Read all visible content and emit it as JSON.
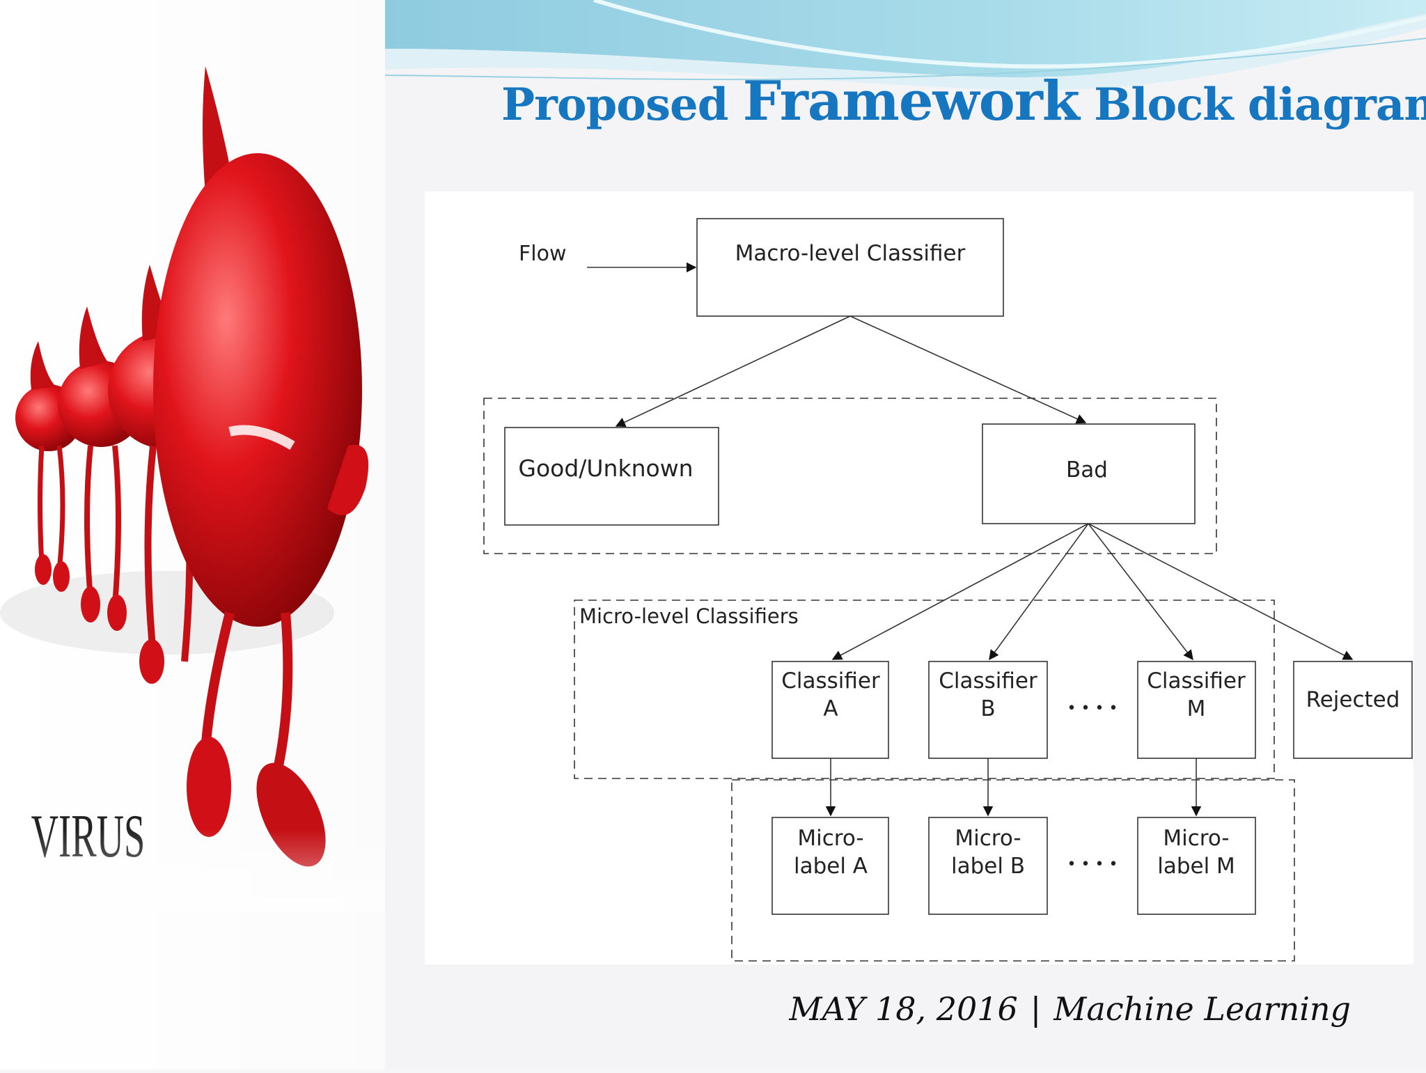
{
  "title": {
    "part1": "Proposed",
    "part2": "Framework",
    "part3": "Block diagram"
  },
  "art": {
    "word": "VIRUS"
  },
  "diagram": {
    "flow_label": "Flow",
    "macro": "Macro-level Classifier",
    "good": "Good/Unknown",
    "bad": "Bad",
    "micro_group": "Micro-level Classifiers",
    "classifiers": [
      {
        "line1": "Classifier",
        "line2": "A"
      },
      {
        "line1": "Classifier",
        "line2": "B"
      },
      {
        "line1": "Classifier",
        "line2": "M"
      }
    ],
    "rejected": "Rejected",
    "labels": [
      {
        "line1": "Micro-",
        "line2": "label A"
      },
      {
        "line1": "Micro-",
        "line2": "label B"
      },
      {
        "line1": "Micro-",
        "line2": "label M"
      }
    ],
    "ellipsis": "• • • •"
  },
  "footer": {
    "date": "MAY 18, 2016",
    "separator": "|",
    "topic": "Machine Learning"
  },
  "colors": {
    "title": "#1677c0",
    "virus_red": "#e0141b",
    "banner": "#7fc7dc"
  }
}
